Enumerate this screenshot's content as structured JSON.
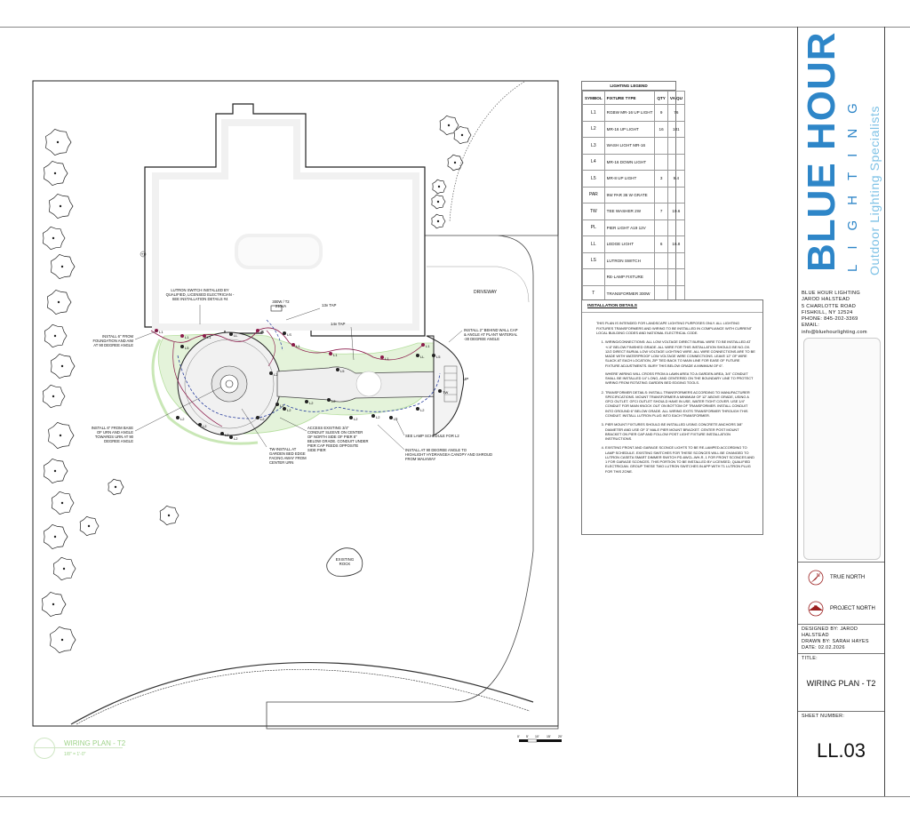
{
  "plan": {
    "title": "WIRING PLAN - T2",
    "scale": "1/8\" = 1'-0\"",
    "scale_bar": [
      "0'",
      "5'",
      "10'",
      "15'",
      "20'"
    ],
    "annotations": {
      "lutron": "LUTRON SWITCH INSTALLED BY QUALIFIED, LICENSED ELECTRICIAN - SEE INSTALLATION DETAILS #4",
      "transformer": "300W / T2\n210VA",
      "tap13": "13v TAP",
      "tap14": "14v TAP",
      "driveway": "DRIVEWAY",
      "behind_wall": "INSTALL 2\" BEHIND WALL CAP & ANGLE AT PLANT MATERIAL -30 DEGREE ANGLE",
      "foundation": "INSTALL 6\" FROM FOUNDATION AND AIM AT 90 DEGREE ANGLE",
      "urn": "INSTALL 6\" FROM BASE OF URN AND ANGLE TOWARDS URN AT 90 DEGREE ANGLE",
      "conduit": "ACCESS EXISTING 3/4\" CONDUIT SLEEVE ON CENTER OF NORTH SIDE OF PIER 8\" BELOW GRADE. CONDUIT UNDER PIER CAP FEEDS OPPOSITE SIDE PIER",
      "tw": "TW-INSTALL AT GARDEN BED EDGE FACING AWAY FROM CENTER URN",
      "lamp_schedule": "SEE LAMP SCHEDULE FOR L2",
      "hydrangea": "INSTALL AT 90 DEGREE ANGLE TO HIGHLIGHT HYDRANGEA CANOPY AND SHROUD FROM WALKWAY",
      "rock": "EXISTING\nROCK",
      "up": "UP",
      "t1": "T1",
      "fixture_tags": [
        "L1",
        "L1",
        "L1",
        "L1",
        "L1",
        "L1",
        "L1",
        "L1",
        "L2",
        "L2",
        "L2",
        "L2",
        "L2",
        "L2",
        "L2",
        "L2",
        "L2",
        "L2",
        "L2",
        "L2",
        "L2",
        "L2",
        "L5",
        "L5",
        "L5",
        "LS",
        "LL",
        "LL",
        "TW"
      ]
    }
  },
  "legend": {
    "title": "LIGHTING LEGEND",
    "headers": [
      "SYMBOL",
      "FIXTURE TYPE",
      "QTY",
      "VA QU"
    ],
    "rows": [
      {
        "symbol": "L1",
        "type": "RGBW MR-16 UP LIGHT",
        "qty": "9",
        "va": "76"
      },
      {
        "symbol": "L2",
        "type": "MR-16 UP LIGHT",
        "qty": "16",
        "va": "101"
      },
      {
        "symbol": "L3",
        "type": "WASH LIGHT MR-16",
        "qty": "",
        "va": ""
      },
      {
        "symbol": "L4",
        "type": "MR-16 DOWN LIGHT",
        "qty": "",
        "va": ""
      },
      {
        "symbol": "L5",
        "type": "MR-8 UP LIGHT",
        "qty": "3",
        "va": "9.4"
      },
      {
        "symbol": "PAR",
        "type": "9W PAR 36 W GRATE",
        "qty": "",
        "va": ""
      },
      {
        "symbol": "TW",
        "type": "TEE WASHER 2W",
        "qty": "7",
        "va": "19.6"
      },
      {
        "symbol": "PL",
        "type": "PIER LIGHT A19 12V",
        "qty": "",
        "va": ""
      },
      {
        "symbol": "LL",
        "type": "LEDGE LIGHT",
        "qty": "6",
        "va": "16.8"
      },
      {
        "symbol": "LS",
        "type": "LUTRON SWITCH",
        "qty": "",
        "va": ""
      },
      {
        "symbol": "",
        "type": "RE-LAMP FIXTURE",
        "qty": "",
        "va": ""
      },
      {
        "symbol": "T",
        "type": "TRANSFORMER 300W",
        "qty": "",
        "va": ""
      }
    ]
  },
  "details": {
    "title": "INSTALLATION DETAILS",
    "intro": "THIS PLAN IS INTENDED FOR LANDSCAPE LIGHTING PURPOSES ONLY. ALL LIGHTING FIXTURES TRANSFORMERS AND WIRING TO BE INSTALLED IN COMPLIANCE WITH CURRENT LOCAL BUILDING CODES AND NATIONAL ELECTRICAL CODE.",
    "items": [
      "WIRING/CONNECTIONS: ALL LOW VOLTAGE DIRECT BURIAL WIRE TO BE INSTALLED AT +/-6\" BELOW FINISHED GRADE. ALL WIRE FOR THIS INSTALLATION SHOULD BE NO-OX. 12/2 DIRECT BURIAL LOW VOLTAGE LIGHTING WIRE. ALL WIRE CONNECTIONS ARE TO BE MADE WITH WATERPROOF LOW VOLTAGE WIRE CONNECTIONS. LEAVE 12\" OF WIRE SLACK AT EACH LOCATION, ZIP TIED BACK TO MAIN LINE FOR EASE OF FUTURE FIXTURE ADJUSTMENTS. BURY THIS BELOW GRADE A MINIMUM OF 6\".",
      "TRANSFORMER DETAILS: INSTALL TRANSFORMERS ACCORDING TO MANUFACTURER SPECIFICATIONS. MOUNT TRANSFORMER A MINIMUM OF 12\" ABOVE GRADE, USING A GFCI OUTLET. GFCI OUTLET SHOULD HAVE IN USE, WATER TIGHT COVER. USE 1/4\" CONDUIT FOR MAIN KNOCK OUT ON BOTTOM OF TRANSFORMER. INSTALL CONDUIT INTO GROUND 6\" BELOW GRADE. ALL WIRING EXITS TRANSFORMER THROUGH THIS CONDUIT. INSTALL LUTRON PLUG INTO EACH TRANSFORMER.",
      "PIER MOUNT FIXTURES SHOULD BE INSTALLED USING CONCRETE ANCHORS 3/8\" DIAMETER AND USE OF 3\" MALE PIER MOUNT BRACKET. CENTER POST MOUNT BRACKET ON PIER CAP AND FOLLOW POST LIGHT FIXTURE INSTALLATION INSTRUCTIONS.",
      "EXISTING FRONT AND GARAGE SCONCE LIGHTS TO BE RE-LAMPED ACCORDING TO LAMP SCHEDULE. EXISTING SWITCHES FOR THESE SCONCES WILL BE CHANGED TO LUTRON CASETA SMART DIMMER SWITCH PD-6WCL-WH-R, 1 FOR FRONT SCONCES AND 1 FOR GARAGE SCONCES. THIS PORTION TO BE INSTALLED BY LICENSED, QUALIFIED ELECTRICIAN. GROUP THESE TWO LUTRON SWITCHES IN APP WITH T1 LUTRON PLUG FOR THIS ZONE."
    ],
    "item1_note": "WHERE WIRING WILL CROSS FROM A LAWN AREA TO A GARDEN AREA, 3/4\" CONDUIT SHALL BE INSTALLED 14\" LONG, AND CENTERED ON THE BOUNDARY LINE TO PROTECT WIRING FROM ROTATING GARDEN BED EDGING TOOLS."
  },
  "titleblock": {
    "brand_main": "BLUE HOUR",
    "brand_sub": "LIGHTING",
    "tagline": "Outdoor Lighting Specialists",
    "company": "BLUE HOUR LIGHTING",
    "contact": "JAROD HALSTEAD",
    "address1": "5 CHARLOTTE ROAD",
    "address2": "FISHKILL, NY 12524",
    "phone": "PHONE: 845-202-3369",
    "email": "EMAIL: info@bluehourlighting.com",
    "true_north": "TRUE NORTH",
    "project_north": "PROJECT NORTH",
    "designed_by": "DESIGNED BY: JAROD HALSTEAD",
    "drawn_by": "DRAWN BY: SARAH HAYES",
    "date": "DATE: 02.02.2026",
    "title_label": "TITLE:",
    "title": "WIRING PLAN - T2",
    "sheet_label": "SHEET NUMBER:",
    "sheet_number": "LL.03"
  },
  "colors": {
    "brand": "#2e86c8",
    "tagline": "#7fc2e6",
    "wire_red": "#8b1a4a",
    "wire_blue": "#2a3f9e",
    "garden": "#b7dfa0"
  },
  "icons": [
    "tree-icon",
    "north-arrow-icon",
    "fixture-icon",
    "transformer-icon"
  ]
}
